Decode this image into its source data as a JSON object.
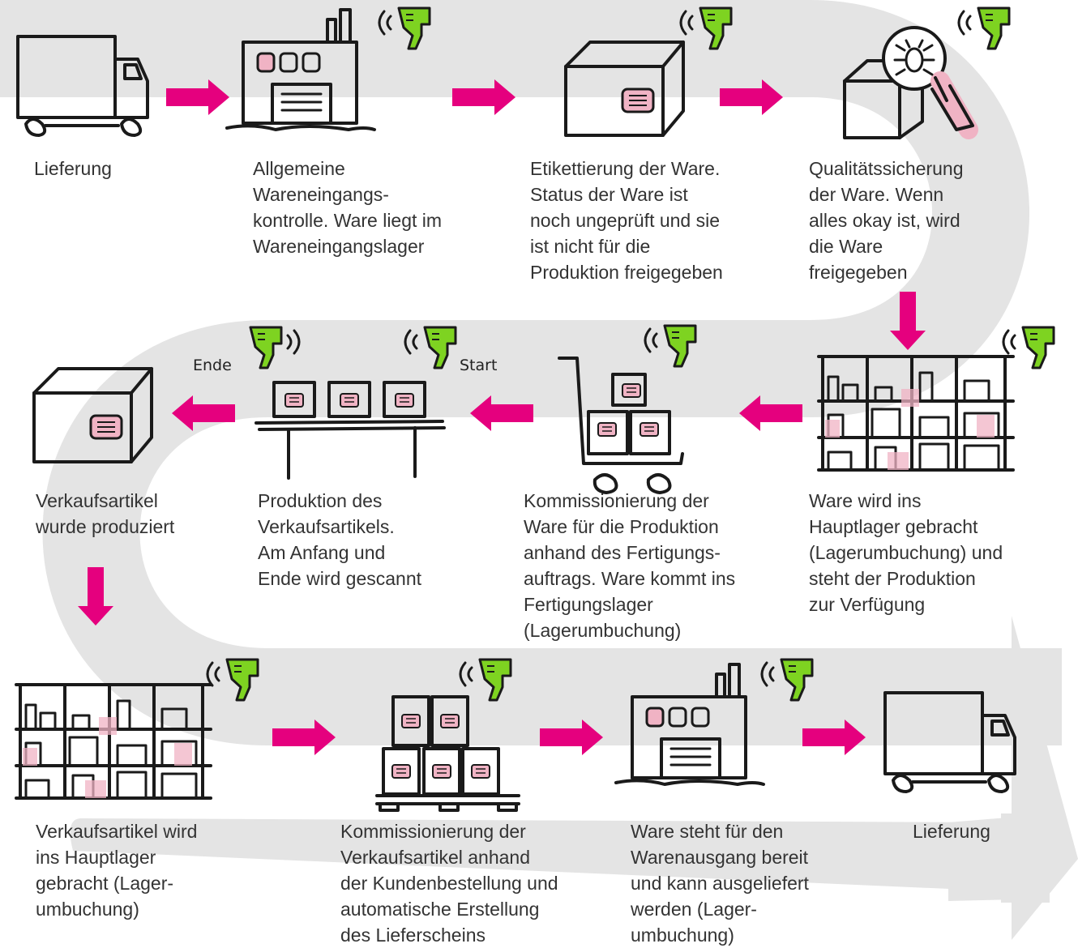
{
  "colors": {
    "flow_band": "#e4e4e4",
    "arrow": "#e5007e",
    "scanner": "#7ed321",
    "label_mark": "#f0b3c4",
    "ink": "#1a1a1a"
  },
  "icons": [
    "truck-icon",
    "factory-icon",
    "box-label-icon",
    "quality-inspection-icon",
    "warehouse-shelf-icon",
    "hand-cart-icon",
    "conveyor-icon",
    "pallet-boxes-icon",
    "barcode-scanner-icon"
  ],
  "steps": [
    {
      "icon": "truck-icon",
      "text": "Lieferung"
    },
    {
      "icon": "factory-icon",
      "text": "Allgemeine\nWareneingangs-\nkontrolle. Ware liegt im\nWareneingangslager"
    },
    {
      "icon": "box-label-icon",
      "text": "Etikettierung der Ware.\nStatus der Ware ist\nnoch ungeprüft und sie\nist nicht für die\nProduktion freigegeben"
    },
    {
      "icon": "quality-inspection-icon",
      "text": "Qualitätssicherung\nder Ware. Wenn\nalles okay ist, wird\ndie Ware\nfreigegeben"
    },
    {
      "icon": "warehouse-shelf-icon",
      "text": "Ware wird ins\nHauptlager gebracht\n(Lagerumbuchung) und\nsteht der Produktion\nzur Verfügung"
    },
    {
      "icon": "hand-cart-icon",
      "text": "Kommissionierung der\nWare für die Produktion\nanhand des Fertigungs-\nauftrags. Ware kommt ins\nFertigungslager\n(Lagerumbuchung)"
    },
    {
      "icon": "conveyor-icon",
      "text": "Produktion des\nVerkaufsartikels.\nAm Anfang und\nEnde wird gescannt"
    },
    {
      "icon": "box-label-icon",
      "text": "Verkaufsartikel\nwurde produziert"
    },
    {
      "icon": "warehouse-shelf-icon",
      "text": "Verkaufsartikel wird\nins Hauptlager\ngebracht (Lager-\numbuchung)"
    },
    {
      "icon": "pallet-boxes-icon",
      "text": "Kommissionierung der\nVerkaufsartikel anhand\nder Kundenbestellung und\nautomatische Erstellung\ndes Lieferscheins"
    },
    {
      "icon": "factory-icon",
      "text": "Ware steht für den\nWarenausgang bereit\nund kann ausgeliefert\nwerden (Lager-\numbuchung)"
    },
    {
      "icon": "truck-icon",
      "text": "Lieferung"
    }
  ],
  "conveyor": {
    "start_label": "Start",
    "end_label": "Ende"
  }
}
